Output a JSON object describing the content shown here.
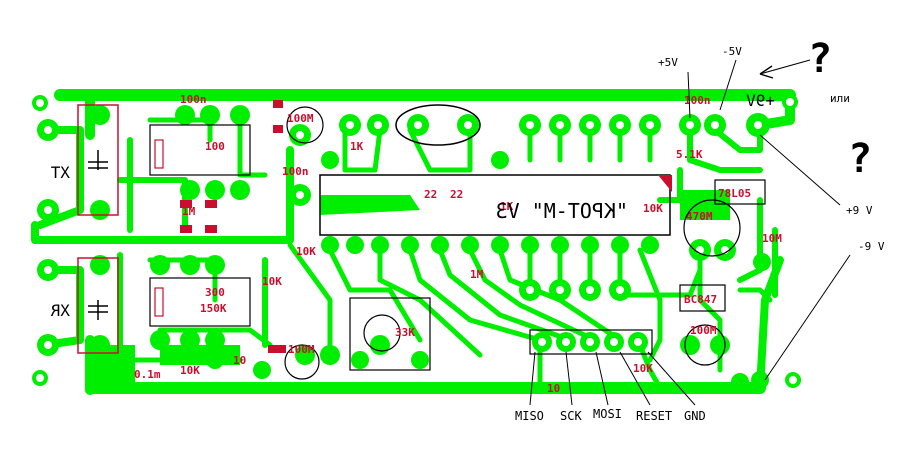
{
  "board_title": "\"КРОТ-М\" V3",
  "labels": {
    "xt": "XT",
    "xr": "XR",
    "plus5": "+5V",
    "minus5": "-5V",
    "plus9_top": "+9V",
    "ili": "или",
    "q1": "?",
    "q2": "?",
    "plus9_side": "+9 V",
    "minus9_side": "-9 V"
  },
  "prog_pins": [
    "MISO",
    "SCK",
    "MOSI",
    "RESET",
    "GND"
  ],
  "components": {
    "c_100n_top": "100n",
    "c_100n_mid": "100n",
    "c_100n_right": "100n",
    "c_100m_top": "100M",
    "c_100m_bot": "100M",
    "c_100m_right": "100M",
    "c_470m": "470M",
    "c_10m": "10M",
    "c_01m": "0.1m",
    "reg": "78L05",
    "trans": "BC847",
    "r_51k": "5.1K",
    "r_10k_a": "10K",
    "r_10k_b": "10K",
    "r_10k_c": "10K",
    "r_10k_d": "10K",
    "r_10k_e": "10K",
    "r_1m": "1M",
    "r_1k_a": "1K",
    "r_1k_b": "1K",
    "r_22_a": "22",
    "r_22_b": "22",
    "r_33k": "33K",
    "r_10_a": "10",
    "r_10_b": "10",
    "r_300": "300",
    "r_150k": "150K",
    "r_100": "100",
    "r_1m_b": "1M"
  }
}
